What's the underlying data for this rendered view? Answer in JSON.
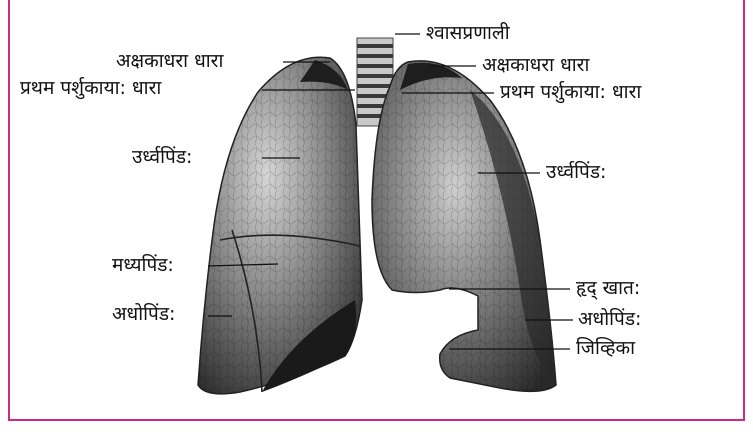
{
  "labels": {
    "trachea": "श्वासप्रणाली",
    "apex_left": "अक्षकाधरा धारा",
    "rib_left": "प्रथम पर्शुकाया: धारा",
    "apex_right": "अक्षकाधरा धारा",
    "rib_right": "प्रथम पर्शुकाया: धारा",
    "upper_lobe_left": "उर्ध्वपिंड:",
    "upper_lobe_right": "उर्ध्वपिंड:",
    "middle_lobe": "मध्यपिंड:",
    "lower_lobe_left": "अधोपिंड:",
    "cardiac_notch": "हृद् खात:",
    "lower_lobe_right": "अधोपिंड:",
    "lingula": "जिव्हिका"
  },
  "colors": {
    "frame": "#d0288a",
    "lung_dark": "#3a3a3a",
    "lung_mid": "#7a7a7a",
    "lung_light": "#c8c8c8"
  }
}
